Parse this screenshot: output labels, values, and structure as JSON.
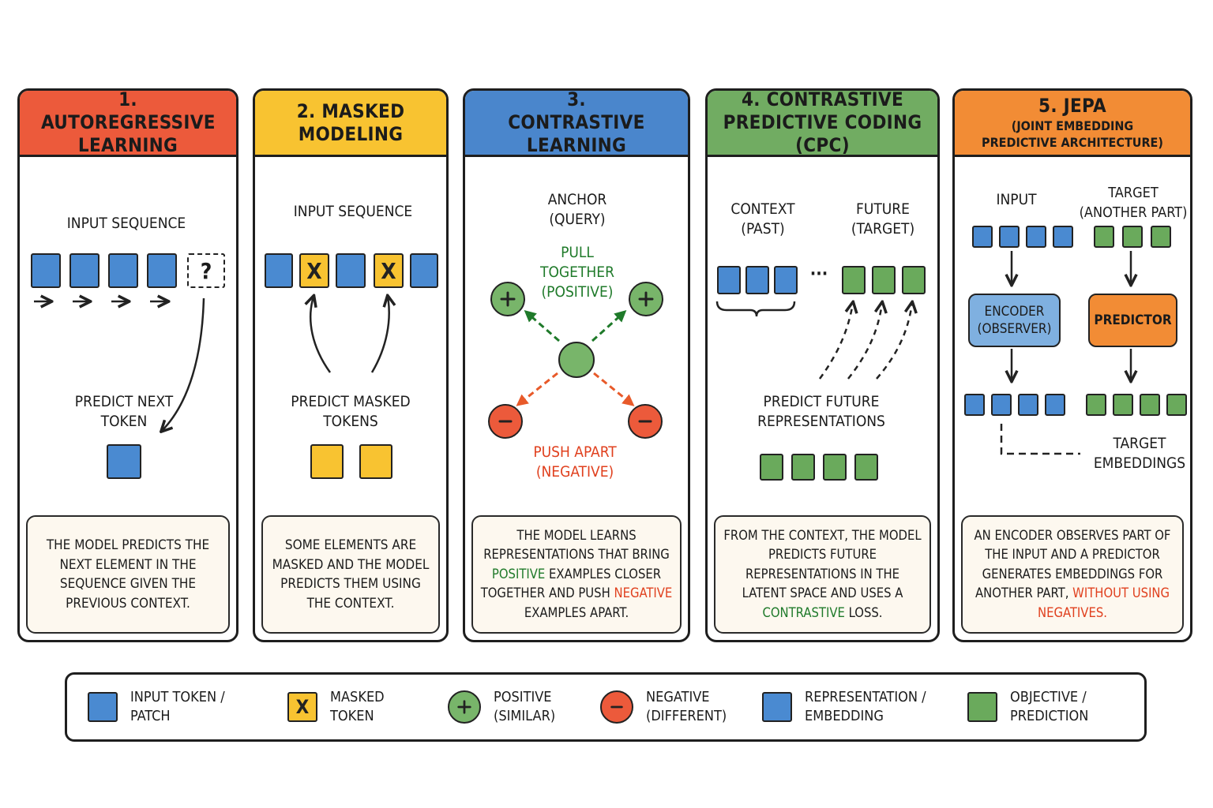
{
  "panels": [
    {
      "title": "1. AUTOREGRESSIVE LEARNING",
      "labels": {
        "sequence": "INPUT SEQUENCE",
        "predict": "PREDICT NEXT TOKEN"
      },
      "query_token": "?",
      "description": "THE MODEL PREDICTS THE NEXT ELEMENT IN THE SEQUENCE GIVEN THE PREVIOUS CONTEXT."
    },
    {
      "title": "2. MASKED MODELING",
      "labels": {
        "sequence": "INPUT SEQUENCE",
        "predict": "PREDICT MASKED TOKENS"
      },
      "mask_mark": "X",
      "description": "SOME ELEMENTS ARE MASKED AND THE MODEL PREDICTS THEM USING THE CONTEXT."
    },
    {
      "title": "3. CONTRASTIVE LEARNING",
      "labels": {
        "anchor": "ANCHOR (QUERY)",
        "pull": "PULL TOGETHER (POSITIVE)",
        "push": "PUSH APART (NEGATIVE)"
      },
      "description_parts": [
        "THE MODEL LEARNS REPRESENTATIONS THAT BRING ",
        "POSITIVE",
        " EXAMPLES CLOSER TOGETHER AND PUSH ",
        "NEGATIVE",
        " EXAMPLES APART."
      ]
    },
    {
      "title": "4. CONTRASTIVE PREDICTIVE CODING (CPC)",
      "labels": {
        "context": "CONTEXT (PAST)",
        "future": "FUTURE (TARGET)",
        "ellipsis": "···",
        "predict": "PREDICT FUTURE REPRESENTATIONS"
      },
      "description_parts": [
        "FROM THE CONTEXT, THE MODEL PREDICTS FUTURE REPRESENTATIONS IN THE LATENT SPACE AND USES A ",
        "CONTRASTIVE",
        " LOSS."
      ]
    },
    {
      "title": "5. JEPA",
      "subtitle": "(JOINT EMBEDDING PREDICTIVE ARCHITECTURE)",
      "labels": {
        "input": "INPUT",
        "target": "TARGET (ANOTHER PART)",
        "encoder": "ENCODER (OBSERVER)",
        "predictor": "PREDICTOR",
        "target_emb": "TARGET EMBEDDINGS"
      },
      "description_parts": [
        "AN ENCODER OBSERVES PART OF THE INPUT AND A PREDICTOR GENERATES EMBEDDINGS FOR ANOTHER PART, ",
        "WITHOUT USING NEGATIVES."
      ]
    }
  ],
  "legend": [
    {
      "icon": "input-token-square",
      "label": "INPUT TOKEN / PATCH"
    },
    {
      "icon": "masked-token-square",
      "mark": "X",
      "label": "MASKED TOKEN"
    },
    {
      "icon": "plus-circle",
      "label": "POSITIVE (SIMILAR)"
    },
    {
      "icon": "minus-circle",
      "label": "NEGATIVE (DIFFERENT)"
    },
    {
      "icon": "representation-square",
      "label": "REPRESENTATION / EMBEDDING"
    },
    {
      "icon": "objective-square",
      "label": "OBJECTIVE / PREDICTION"
    }
  ],
  "colors": {
    "red": "#ec5a3b",
    "yellow": "#f8c331",
    "blue": "#4a86cc",
    "green": "#71ac62",
    "orange": "#f28c35",
    "text_green": "#1f7a2a",
    "text_red": "#e0401e",
    "desc_bg": "#fdf8ef"
  }
}
